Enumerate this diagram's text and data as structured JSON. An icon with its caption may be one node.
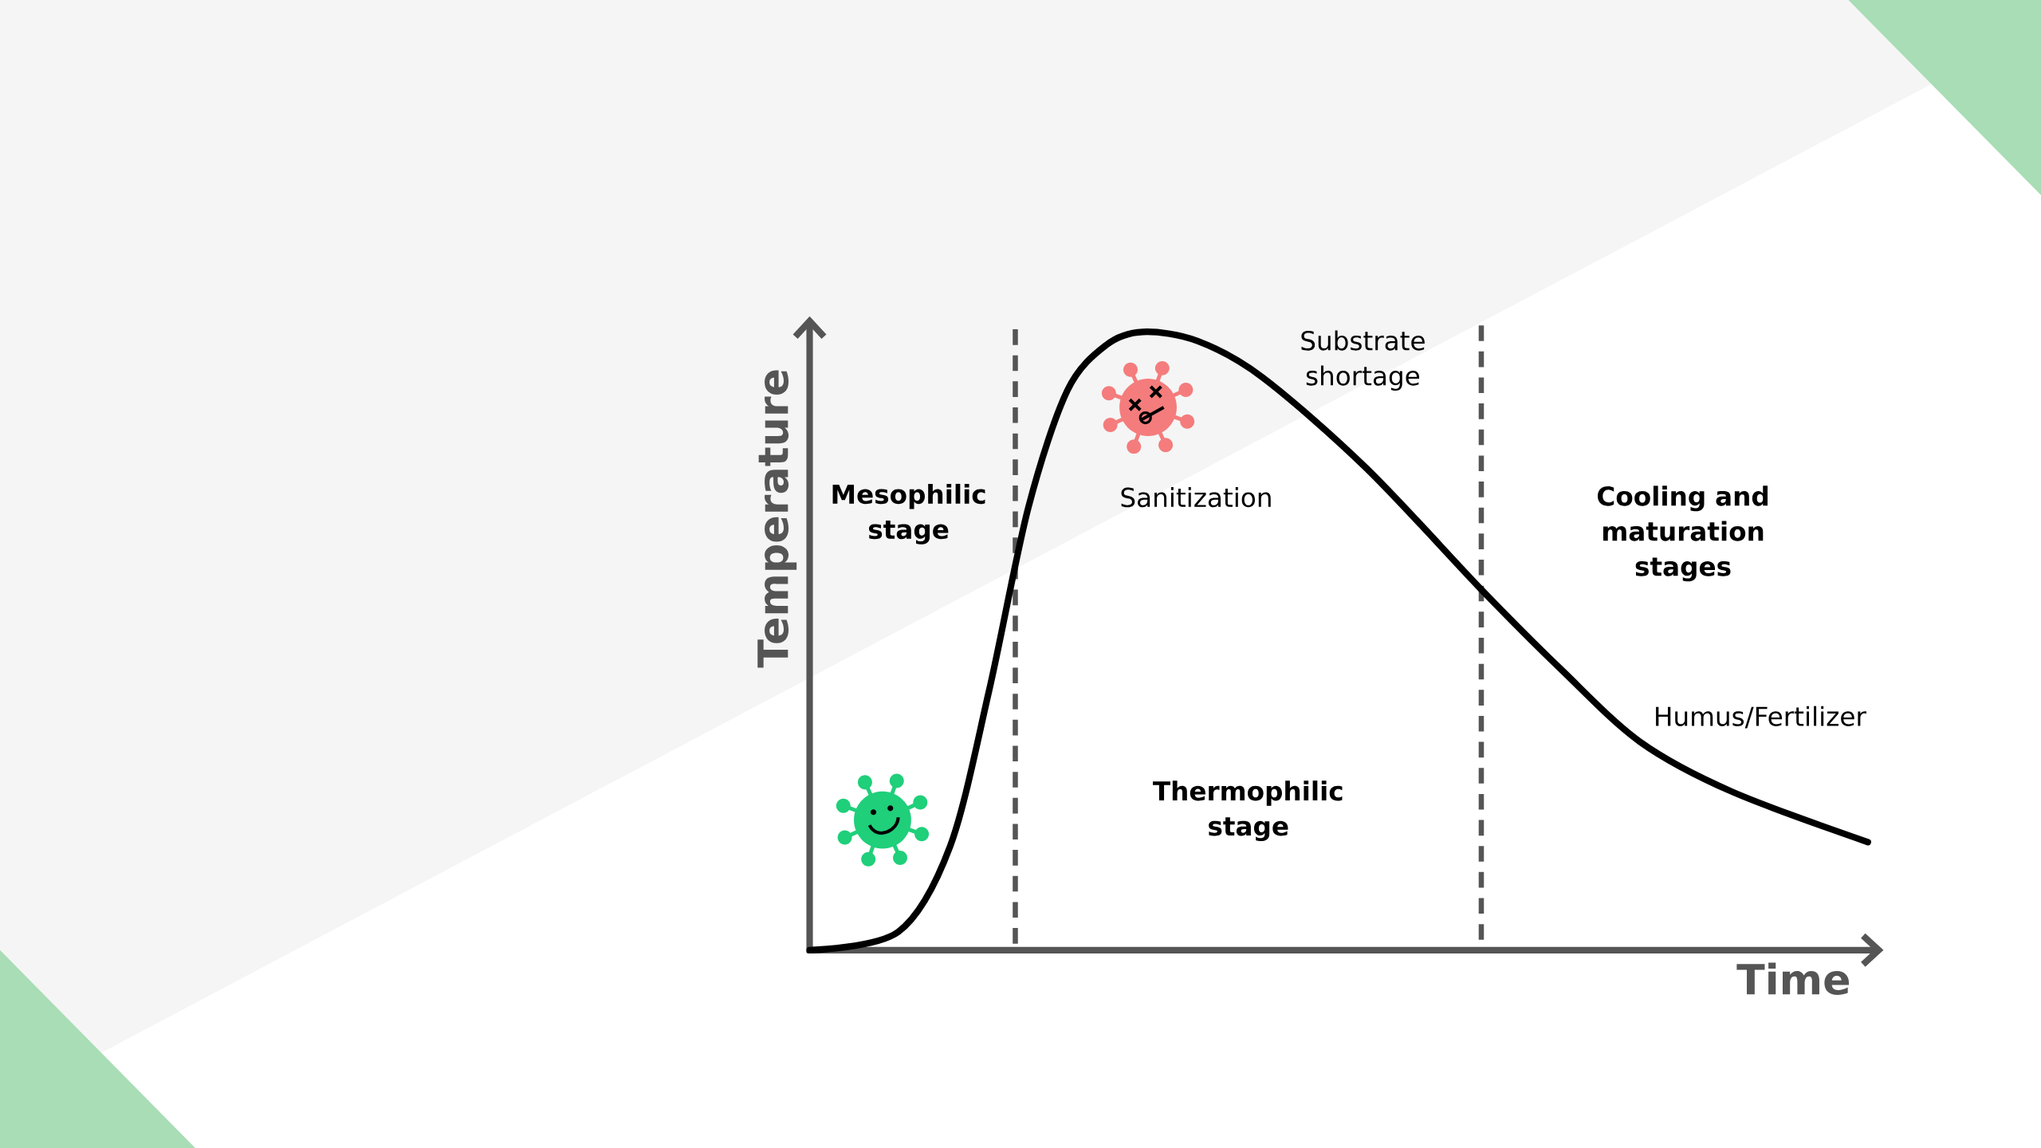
{
  "diagram": {
    "labels": [
      "Temperature",
      "Mesophilic stage",
      "Substrate shortage",
      "Sanitization",
      "Cooling and maturation stages",
      "Humus/Fertilizer",
      "Thermophilic stage",
      "Time"
    ]
  }
}
